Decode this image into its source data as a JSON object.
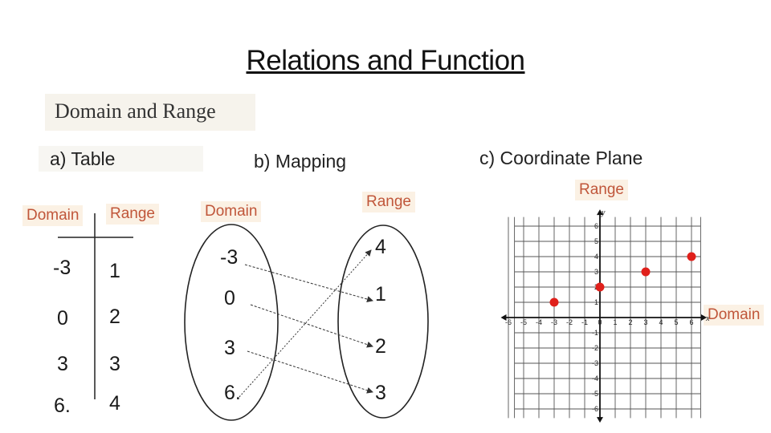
{
  "title": "Relations and Function",
  "subtitle": "Domain and Range",
  "table": {
    "heading": "a) Table",
    "domain_label": "Domain",
    "range_label": "Range",
    "rows": [
      {
        "domain": "-3",
        "range": "1"
      },
      {
        "domain": "0",
        "range": "2"
      },
      {
        "domain": "3",
        "range": "3"
      },
      {
        "domain": "6.",
        "range": "4"
      }
    ]
  },
  "mapping": {
    "heading": "b) Mapping",
    "domain_label": "Domain",
    "range_label": "Range",
    "domain_values": [
      "-3",
      "0",
      "3",
      "6."
    ],
    "range_values": [
      "4",
      "1",
      "2",
      "3"
    ],
    "arrows": [
      {
        "from": "-3",
        "to": "1"
      },
      {
        "from": "0",
        "to": "2"
      },
      {
        "from": "3",
        "to": "3"
      },
      {
        "from": "6",
        "to": "4"
      }
    ]
  },
  "plane": {
    "heading": "c) Coordinate Plane",
    "y_tag": "Range",
    "x_tag": "Domain",
    "y_axis_letter": "y",
    "x_axis_letter": "x",
    "x_ticks": [
      "-6",
      "-5",
      "-4",
      "-3",
      "-2",
      "-1",
      "0",
      "1",
      "2",
      "3",
      "4",
      "5",
      "6"
    ],
    "y_ticks": [
      "6",
      "5",
      "4",
      "3",
      "2",
      "1",
      "-1",
      "-2",
      "-3",
      "-4",
      "-5",
      "-6"
    ],
    "points": [
      {
        "x": -3,
        "y": 1
      },
      {
        "x": 0,
        "y": 2
      },
      {
        "x": 3,
        "y": 3
      },
      {
        "x": 6,
        "y": 4
      }
    ],
    "point_color": "#e0201b"
  }
}
